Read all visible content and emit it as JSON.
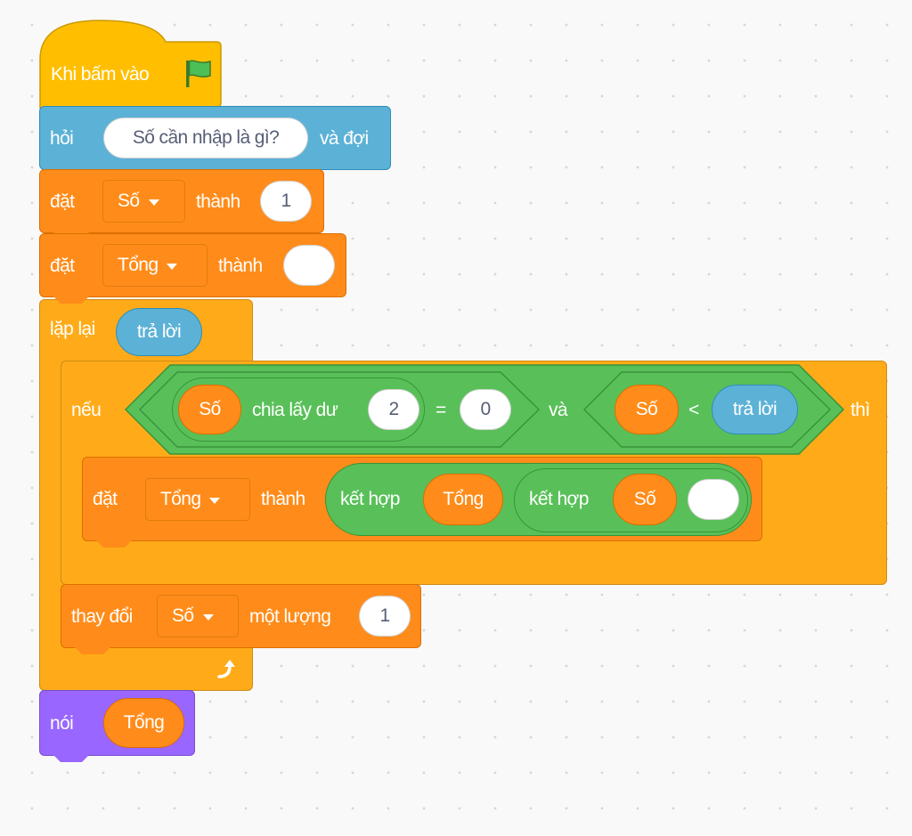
{
  "script": {
    "hat": {
      "label": "Khi bấm vào",
      "flag_icon": "green-flag-icon"
    },
    "ask": {
      "label": "hỏi",
      "question": "Số cần nhập là gì?",
      "suffix": "và đợi"
    },
    "set_so": {
      "label": "đặt",
      "variable": "Số",
      "to_label": "thành",
      "value": "1"
    },
    "set_tong": {
      "label": "đặt",
      "variable": "Tổng",
      "to_label": "thành",
      "value": ""
    },
    "repeat": {
      "label": "lặp lại",
      "times_reporter": "trả lời",
      "loop_icon": "loop-arrow-icon"
    },
    "if_block": {
      "label": "nếu",
      "then_label": "thì",
      "and_label": "và",
      "mod": {
        "var": "Số",
        "label": "chia lấy dư",
        "divisor": "2"
      },
      "equals": {
        "op": "=",
        "value": "0"
      },
      "less": {
        "var": "Số",
        "op": "<",
        "right": "trả lời"
      }
    },
    "set_tong_inner": {
      "label": "đặt",
      "variable": "Tổng",
      "to_label": "thành",
      "join1_label": "kết hợp",
      "join1_var": "Tổng",
      "join2_label": "kết hợp",
      "join2_var": "Số",
      "join2_value": ""
    },
    "change": {
      "label": "thay đổi",
      "variable": "Số",
      "by_label": "một lượng",
      "value": "1"
    },
    "say": {
      "label": "nói",
      "value": "Tổng"
    }
  },
  "colors": {
    "events": "#ffbf00",
    "sensing": "#5cb1d6",
    "variables": "#ff8c1a",
    "control": "#ffab19",
    "operators": "#59c059",
    "looks": "#9966ff"
  }
}
